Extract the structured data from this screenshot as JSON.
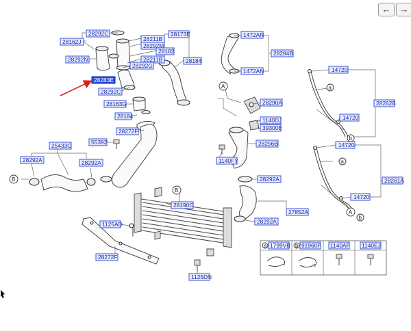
{
  "toolbar": {
    "back_glyph": "←",
    "forward_glyph": "→"
  },
  "labels": {
    "p28292C_a": "28292C",
    "p28162J": "28162J",
    "p28211B_a": "28211B",
    "p28292M": "28292M",
    "p28182": "28182",
    "p28211B_b": "28211B",
    "p28292G": "28292G",
    "p28292N": "28292N",
    "p28283E": "28283E",
    "p28292C_b": "28292C",
    "p28163G": "28163G",
    "p28184_a": "28184",
    "p28272F": "28272F",
    "p28173E": "28173E",
    "p28184_b": "28184",
    "p25433C": "25433C",
    "p55392": "55392",
    "p28292A_a": "28292A",
    "p28292A_b": "28292A",
    "p1472AN_a": "1472AN",
    "p28284B": "28284B",
    "p1472AN_b": "1472AN",
    "p28290A": "28290A",
    "p1140DJ": "1140DJ",
    "p39300E": "39300E",
    "p28256B": "28256B",
    "p1140FY": "1140FY",
    "p28292A_c": "28292A",
    "p27852A": "27852A",
    "p28292A_d": "28292A",
    "p28190C": "28190C",
    "p1125AD": "1125AD",
    "p28272F_b": "28272F",
    "p1125DN": "1125DN",
    "p14720_a": "14720",
    "p28262B": "28262B",
    "p14720_b": "14720",
    "p14720_c": "14720",
    "p28261A": "28261A",
    "p14720_d": "14720"
  },
  "callouts": {
    "a": "a",
    "b": "b",
    "A": "A",
    "B": "B"
  },
  "legend": {
    "a_code": "1799VB",
    "b_code": "91960F",
    "c_code": "1140AF",
    "d_code": "1140EJ",
    "a_letter": "a",
    "b_letter": "b"
  },
  "colors": {
    "label_fill": "#e6ecff",
    "label_stroke": "#3a52d8",
    "label_text": "#1a2a99",
    "selected_fill": "#2a4ad8",
    "arrow": "#e02020"
  },
  "selected_part": "p28283E"
}
